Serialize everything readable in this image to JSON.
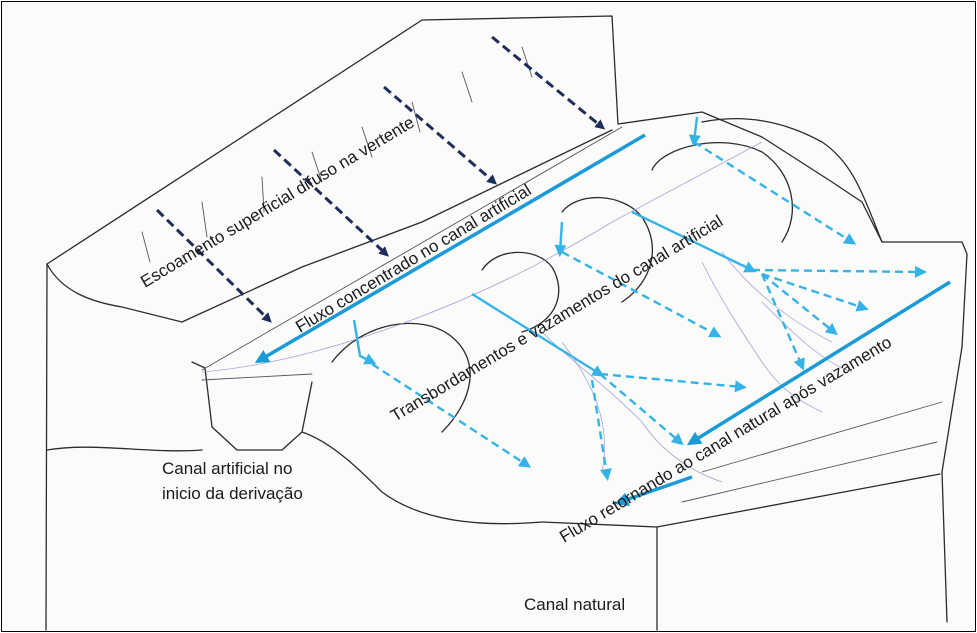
{
  "diagram": {
    "colors": {
      "diffuse_flow": "#1f2d5c",
      "concentrated_flow": "#1a9ad6",
      "overflow_flow": "#35b3e8",
      "sketch_line": "#2b2b2b"
    },
    "labels": {
      "diffuse_runoff": "Escoamento superficial difuso na vertente",
      "concentrated_flow": "Fluxo concentrado no canal artificial",
      "overflow": "Transbordamentos e vazamentos do canal artificial",
      "return_flow": "Fluxo retornando ao canal natural após vazamento",
      "artificial_channel_line1": "Canal artificial no",
      "artificial_channel_line2": "inicio da derivação",
      "natural_channel": "Canal natural"
    }
  }
}
